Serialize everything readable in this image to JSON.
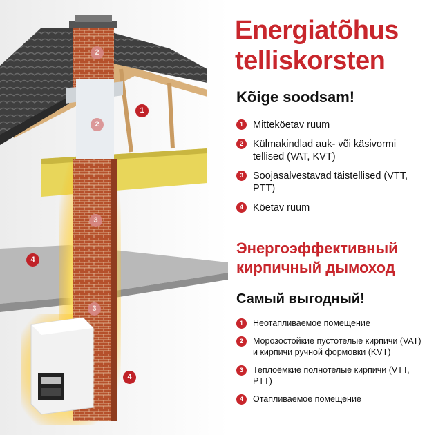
{
  "estonian": {
    "title_line1": "Energiatõhus",
    "title_line2": "telliskorsten",
    "subtitle": "Kõige soodsam!",
    "items": [
      {
        "num": "1",
        "text": "Mitteköetav ruum"
      },
      {
        "num": "2",
        "text": "Külmakindlad auk- või käsivormi tellised (VAT, KVT)"
      },
      {
        "num": "3",
        "text": "Soojasalvestavad täistellised (VTT, PTT)"
      },
      {
        "num": "4",
        "text": "Köetav ruum"
      }
    ]
  },
  "russian": {
    "title_line1": "Энергоэффективный",
    "title_line2": "кирпичный дымоход",
    "subtitle": "Самый выгодный!",
    "items": [
      {
        "num": "1",
        "text": "Неотапливаемое помещение"
      },
      {
        "num": "2",
        "text": "Морозостойкие пустотелые кирпичи (VAT) и кирпичи ручной формовки (KVT)"
      },
      {
        "num": "3",
        "text": "Теплоёмкие полнотелые кирпичи (VTT, PTT)"
      },
      {
        "num": "4",
        "text": "Отапливаемое помещение"
      }
    ]
  },
  "diagram_markers": {
    "chimney_top": "2",
    "insulated_section": "2",
    "attic": "1",
    "chimney_mid_upper": "3",
    "chimney_mid_lower": "3",
    "upper_floor": "4",
    "heated_room": "4"
  },
  "colors": {
    "accent_red": "#c8262c",
    "brick": "#b5502b",
    "glow": "#ffd23a"
  }
}
